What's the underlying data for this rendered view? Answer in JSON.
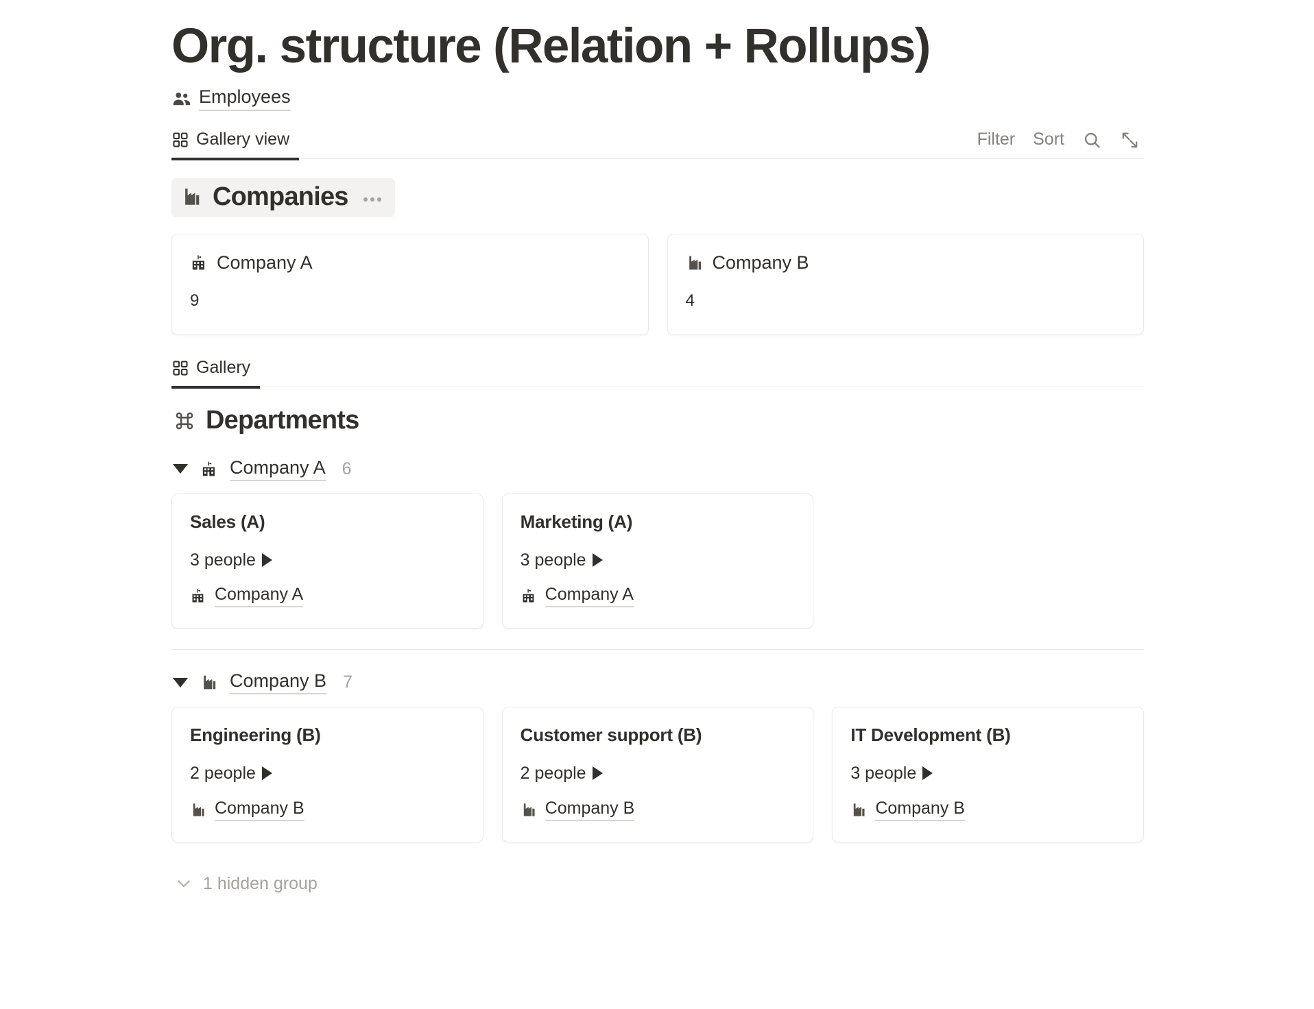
{
  "page": {
    "title": "Org. structure (Relation + Rollups)"
  },
  "source": {
    "icon": "people-icon",
    "label": "Employees"
  },
  "toolbar": {
    "tabs": [
      {
        "label": "Gallery view",
        "icon": "gallery-grid-icon",
        "active": true
      }
    ],
    "filter_label": "Filter",
    "sort_label": "Sort",
    "search_icon": "search-icon",
    "expand_icon": "expand-diagonal-icon"
  },
  "companies_section": {
    "icon": "factory-icon",
    "title": "Companies",
    "menu_icon": "ellipsis-icon",
    "cards": [
      {
        "icon": "school-building-icon",
        "title": "Company A",
        "value": "9"
      },
      {
        "icon": "factory-icon",
        "title": "Company B",
        "value": "4"
      }
    ]
  },
  "departments_view": {
    "tab_label": "Gallery",
    "tab_icon": "gallery-grid-icon",
    "icon": "command-icon",
    "title": "Departments",
    "groups": [
      {
        "toggle_icon": "caret-down-icon",
        "icon": "school-building-icon",
        "name": "Company A",
        "count": "6",
        "cards": [
          {
            "title": "Sales (A)",
            "rollup": "3 people",
            "rollup_icon": "caret-right-icon",
            "relation_icon": "school-building-icon",
            "relation": "Company A"
          },
          {
            "title": "Marketing (A)",
            "rollup": "3 people",
            "rollup_icon": "caret-right-icon",
            "relation_icon": "school-building-icon",
            "relation": "Company A"
          }
        ]
      },
      {
        "toggle_icon": "caret-down-icon",
        "icon": "factory-icon",
        "name": "Company B",
        "count": "7",
        "cards": [
          {
            "title": "Engineering (B)",
            "rollup": "2 people",
            "rollup_icon": "caret-right-icon",
            "relation_icon": "factory-icon",
            "relation": "Company B"
          },
          {
            "title": "Customer support (B)",
            "rollup": "2 people",
            "rollup_icon": "caret-right-icon",
            "relation_icon": "factory-icon",
            "relation": "Company B"
          },
          {
            "title": "IT Development (B)",
            "rollup": "3 people",
            "rollup_icon": "caret-right-icon",
            "relation_icon": "factory-icon",
            "relation": "Company B"
          }
        ]
      }
    ],
    "hidden_group": {
      "icon": "chevron-down-icon",
      "label": "1 hidden group"
    }
  },
  "colors": {
    "text": "#32302c",
    "muted": "#a5a29d",
    "border": "#eceae6",
    "chip_bg": "#f3f2f0"
  }
}
